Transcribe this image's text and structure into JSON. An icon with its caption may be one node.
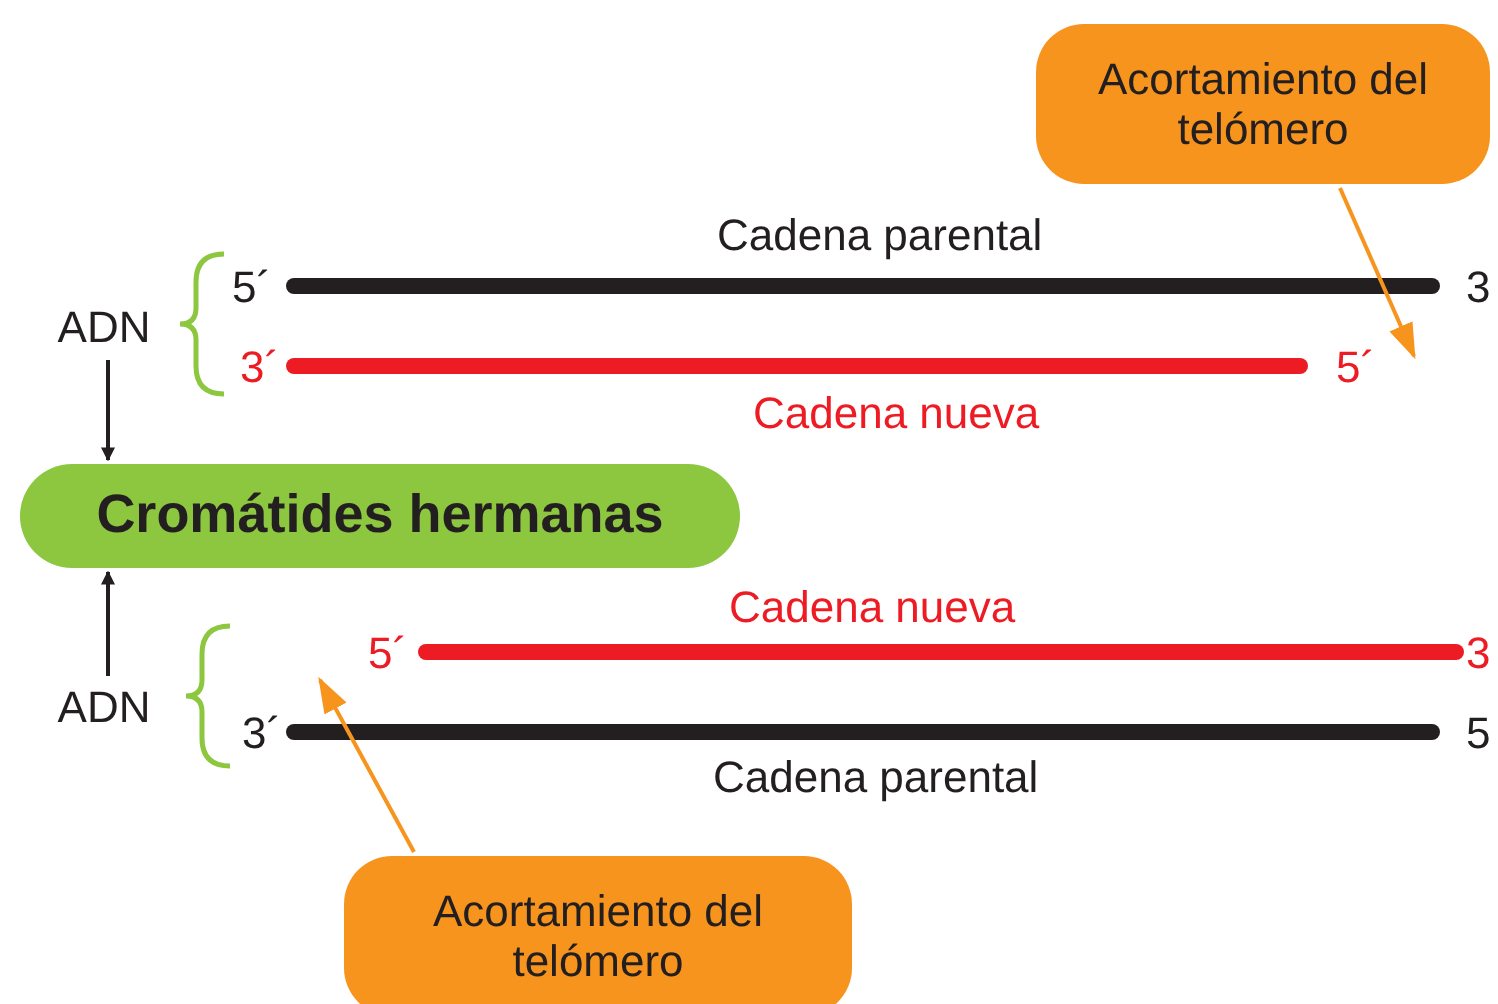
{
  "diagram": {
    "nodes": [
      {
        "text": [
          "ADN"
        ]
      },
      {
        "text": [
          "Cromátides hermanas"
        ]
      },
      {
        "text": [
          "ADN"
        ]
      },
      {
        "text": [
          "Acortamiento del telómero"
        ]
      },
      {
        "text": [
          "Acortamiento del telómero"
        ]
      }
    ],
    "edges": [
      {
        "from": 0,
        "to": 1,
        "arrow": "to"
      },
      {
        "from": 2,
        "to": 1,
        "arrow": "to"
      },
      {
        "from": 3,
        "to": null,
        "arrow": "to",
        "color": "#f7941d"
      },
      {
        "from": 4,
        "to": null,
        "arrow": "to",
        "color": "#f7941d"
      }
    ],
    "labels": [
      "Cadena parental",
      "5´",
      "3",
      "3´",
      "5´",
      "Cadena nueva",
      "Cadena nueva",
      "5´",
      "3",
      "3´",
      "5",
      "Cadena parental"
    ]
  }
}
